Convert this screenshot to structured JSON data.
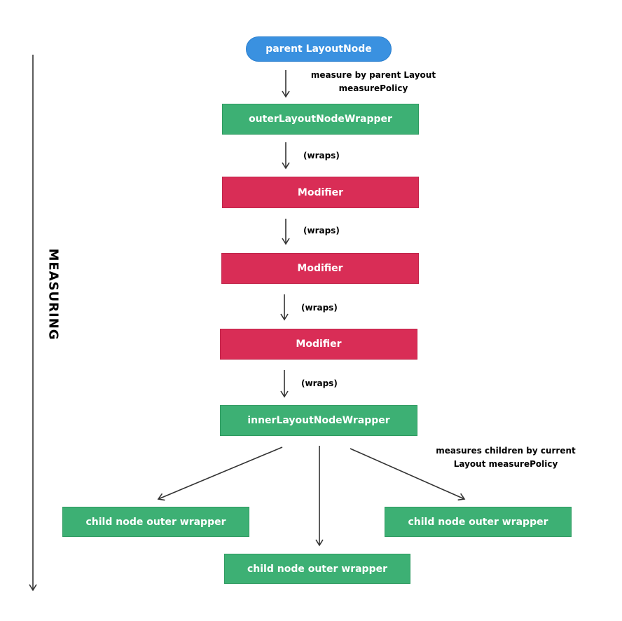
{
  "nodes": {
    "parent": "parent LayoutNode",
    "outer_wrapper": "outerLayoutNodeWrapper",
    "modifier_1": "Modifier",
    "modifier_2": "Modifier",
    "modifier_3": "Modifier",
    "inner_wrapper": "innerLayoutNodeWrapper",
    "child_left": "child node outer wrapper",
    "child_center": "child node outer wrapper",
    "child_right": "child node outer wrapper"
  },
  "edge_labels": {
    "measure_parent_line1": "measure by parent Layout",
    "measure_parent_line2": "measurePolicy",
    "wraps_1": "(wraps)",
    "wraps_2": "(wraps)",
    "wraps_3": "(wraps)",
    "wraps_4": "(wraps)",
    "measures_children_line1": "measures children by current",
    "measures_children_line2": "Layout  measurePolicy"
  },
  "side_label": "MEASURING",
  "colors": {
    "wrapper_green": "#3db074",
    "modifier_red": "#d92d56",
    "parent_blue": "#3a91e0",
    "arrow": "#333333"
  }
}
